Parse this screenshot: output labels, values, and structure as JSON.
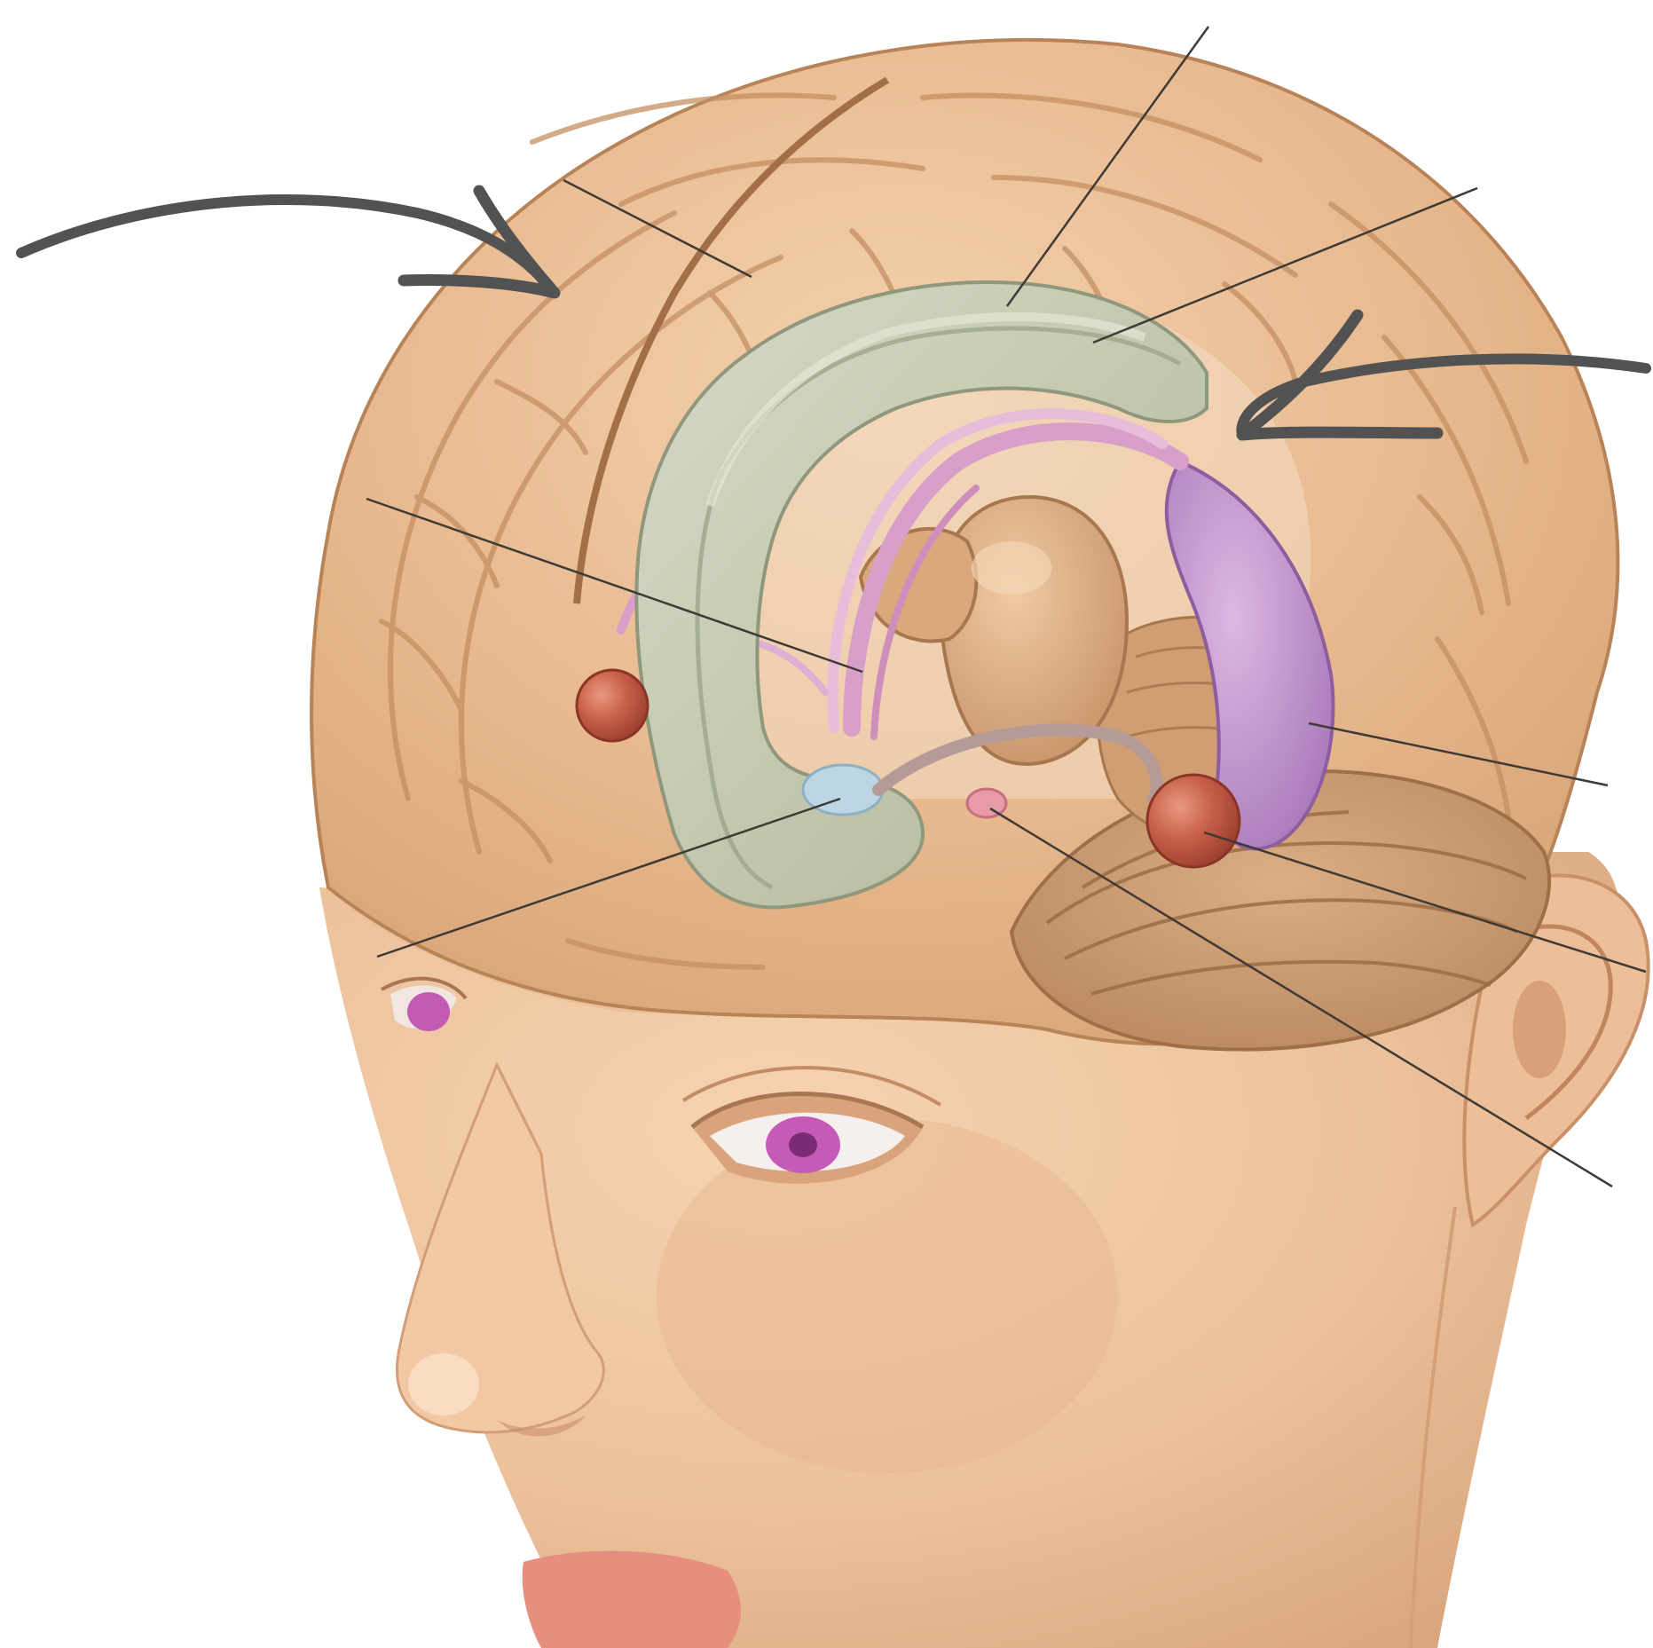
{
  "figure": {
    "kind": "unlabeled anatomical illustration",
    "subject_parts": [
      {
        "id": "cerebral-cortex",
        "color": "#e4b58c"
      },
      {
        "id": "caudate-nucleus",
        "color": "#c8cdb6"
      },
      {
        "id": "fornix",
        "color": "#d9a0c9"
      },
      {
        "id": "hippocampus",
        "color": "#c49ad0"
      },
      {
        "id": "thalamus",
        "color": "#d8a97a"
      },
      {
        "id": "cerebellum",
        "color": "#c9996c"
      },
      {
        "id": "amygdala-front",
        "color": "#c8604a"
      },
      {
        "id": "amygdala-rear",
        "color": "#c8604a"
      },
      {
        "id": "mammillary-body",
        "color": "#e79aa8"
      },
      {
        "id": "olfactory-bulb",
        "color": "#b8d4e3"
      }
    ],
    "pointer_arrows": 2,
    "leader_lines": 9,
    "colors": {
      "arrow": "#525252",
      "leader": "#3e3a36",
      "skin": "#efc49e",
      "background": "#ffffff"
    }
  }
}
